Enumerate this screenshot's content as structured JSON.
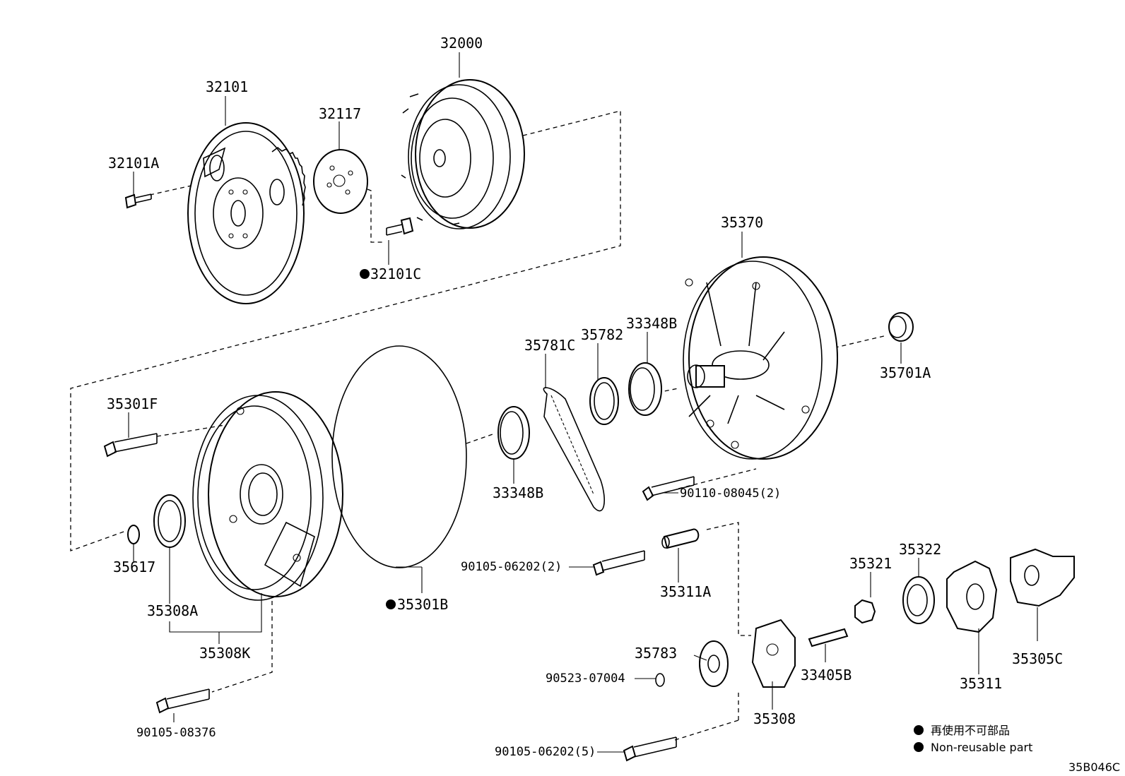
{
  "labels": {
    "p32000": "32000",
    "p32101": "32101",
    "p32117": "32117",
    "p32101A": "32101A",
    "p32101C": "32101C",
    "p35370": "35370",
    "p35782": "35782",
    "p33348B_top": "33348B",
    "p35781C": "35781C",
    "p35701A": "35701A",
    "p35301F": "35301F",
    "p33348B_bottom": "33348B",
    "p90110": "90110-08045(2)",
    "p35617": "35617",
    "p35308A": "35308A",
    "p35308K": "35308K",
    "p35301B": "35301B",
    "p90105_06202_2": "90105-06202(2)",
    "p35311A": "35311A",
    "p35321": "35321",
    "p35322": "35322",
    "p35783": "35783",
    "p90523": "90523-07004",
    "p33405B": "33405B",
    "p35311": "35311",
    "p35305C": "35305C",
    "p35308": "35308",
    "p90105_08376": "90105-08376",
    "p90105_06202_5": "90105-06202(5)"
  },
  "legend": {
    "japanese": "再使用不可部品",
    "english": "Non-reusable part"
  },
  "diagram_code": "35B046C"
}
